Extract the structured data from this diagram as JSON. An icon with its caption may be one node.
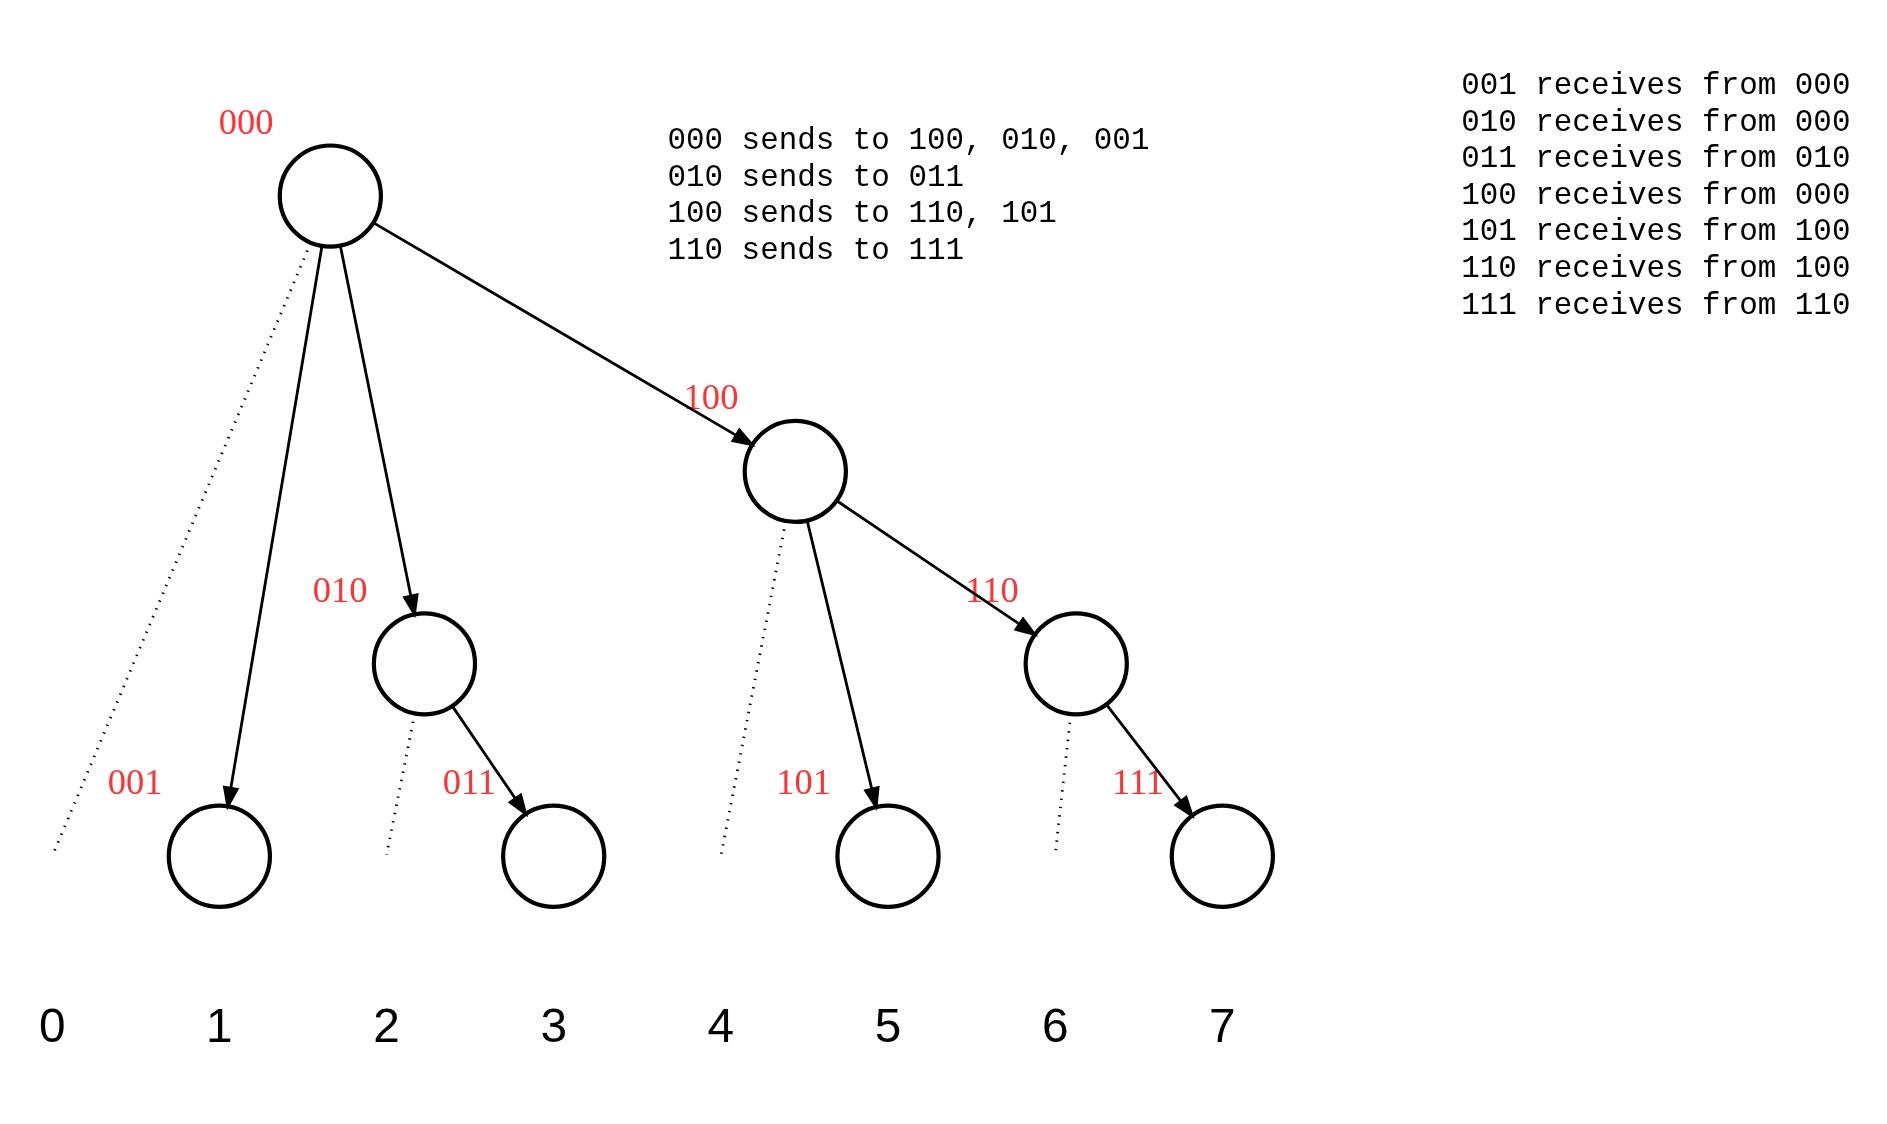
{
  "diagram": {
    "nodes": [
      {
        "text": [
          "000"
        ]
      },
      {
        "text": [
          "100"
        ]
      },
      {
        "text": [
          "010"
        ]
      },
      {
        "text": [
          "110"
        ]
      },
      {
        "text": [
          "001"
        ]
      },
      {
        "text": [
          "011"
        ]
      },
      {
        "text": [
          "101"
        ]
      },
      {
        "text": [
          "111"
        ]
      }
    ],
    "edges": [
      {
        "from": 0,
        "to": 1,
        "arrow": "to"
      },
      {
        "from": 0,
        "to": 2,
        "arrow": "to"
      },
      {
        "from": 0,
        "to": 4,
        "arrow": "to"
      },
      {
        "from": 2,
        "to": 5,
        "arrow": "to"
      },
      {
        "from": 1,
        "to": 3,
        "arrow": "to"
      },
      {
        "from": 1,
        "to": 6,
        "arrow": "to"
      },
      {
        "from": 3,
        "to": 7,
        "arrow": "to"
      },
      {
        "from": 0,
        "to": null,
        "arrow": "none",
        "style": "dashed"
      },
      {
        "from": 2,
        "to": null,
        "arrow": "none",
        "style": "dashed"
      },
      {
        "from": 1,
        "to": null,
        "arrow": "none",
        "style": "dashed"
      },
      {
        "from": 3,
        "to": null,
        "arrow": "none",
        "style": "dashed"
      }
    ],
    "labels": [
      "000 sends to 100, 010, 001",
      "010 sends to 011",
      "100 sends to 110, 101",
      "110 sends to 111",
      "001 receives from 000",
      "010 receives from 000",
      "011 receives from 010",
      "100 receives from 000",
      "101 receives from 100",
      "110 receives from 100",
      "111 receives from 110",
      "0",
      "1",
      "2",
      "3",
      "4",
      "5",
      "6",
      "7"
    ]
  }
}
